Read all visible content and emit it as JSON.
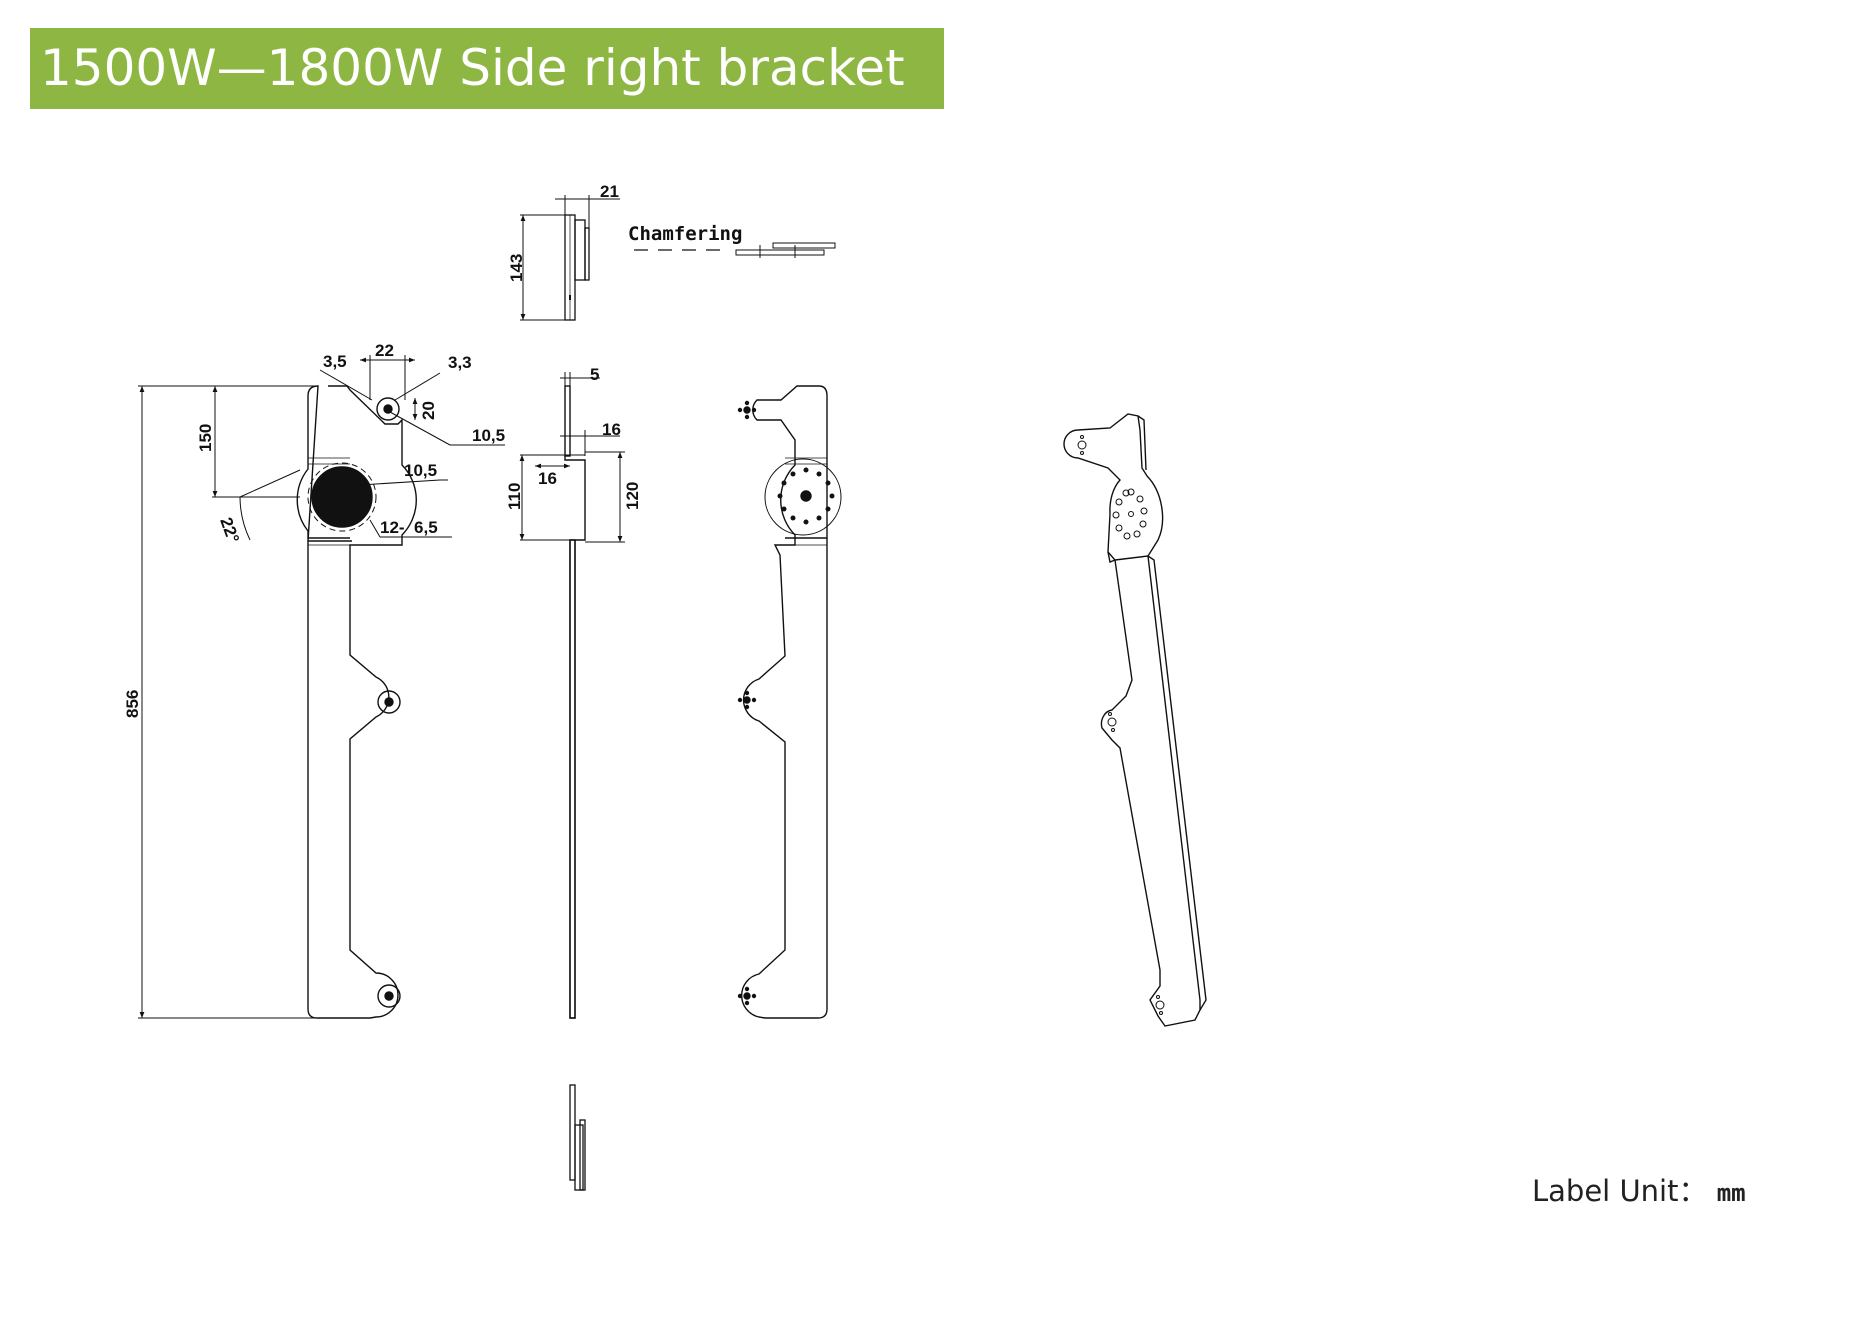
{
  "title": "1500W—1800W  Side right bracket",
  "dimensions": {
    "front_height": "856",
    "front_top_to_center": "150",
    "hole_width": "22",
    "hole_left": "3,5",
    "hole_right": "3,3",
    "hole_height": "20",
    "hole_diameter": "10,5",
    "center_diameter": "10,5",
    "center_holes": "12-  6,5",
    "angle": "22°",
    "side_thickness": "5",
    "side_offset": "16",
    "side_inner": "16",
    "side_height_left": "110",
    "side_height_right": "120",
    "top_width": "21",
    "top_height": "143"
  },
  "chamfer_label": "Chamfering",
  "unit": {
    "label": "Label Unit：",
    "value": "mm"
  },
  "colors": {
    "title_bg": "#8db642",
    "title_text": "#ffffff",
    "line": "#111111"
  }
}
